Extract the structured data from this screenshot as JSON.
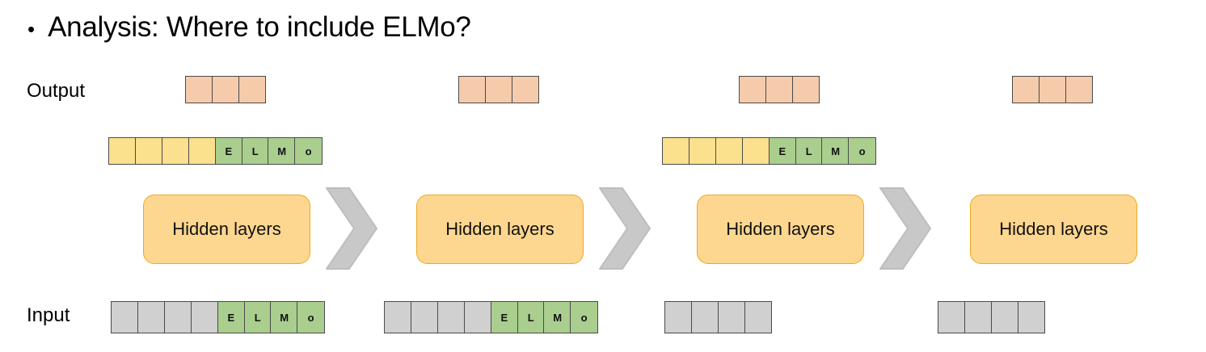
{
  "slide": {
    "bullet_glyph": "•",
    "title": "Analysis: Where to include ELMo?"
  },
  "row_labels": {
    "output": "Output",
    "input": "Input"
  },
  "elmo_letters": [
    "E",
    "L",
    "M",
    "o"
  ],
  "hidden_layer_label": "Hidden layers",
  "colors": {
    "output_cell": "#F6CBAC",
    "intermediate_cell": "#FBE08E",
    "input_cell": "#D0D0D0",
    "elmo_cell": "#A9CE8E",
    "hidden_box_fill": "#FDD68F",
    "hidden_box_border": "#F0A921",
    "chevron_fill": "#C8C8C8",
    "chevron_border": "#BDBDBD",
    "cell_border": "#4A4A4A"
  },
  "columns": [
    {
      "id": 1,
      "output_cells": 3,
      "intermediate_row": {
        "present": true,
        "plain_cells": 4,
        "elmo_cells": [
          "E",
          "L",
          "M",
          "o"
        ]
      },
      "hidden_layer": "Hidden layers",
      "input_row": {
        "plain_cells": 4,
        "elmo_cells": [
          "E",
          "L",
          "M",
          "o"
        ]
      },
      "arrow_after": true
    },
    {
      "id": 2,
      "output_cells": 3,
      "intermediate_row": {
        "present": false,
        "plain_cells": 0,
        "elmo_cells": []
      },
      "hidden_layer": "Hidden layers",
      "input_row": {
        "plain_cells": 4,
        "elmo_cells": [
          "E",
          "L",
          "M",
          "o"
        ]
      },
      "arrow_after": true
    },
    {
      "id": 3,
      "output_cells": 3,
      "intermediate_row": {
        "present": true,
        "plain_cells": 4,
        "elmo_cells": [
          "E",
          "L",
          "M",
          "o"
        ]
      },
      "hidden_layer": "Hidden layers",
      "input_row": {
        "plain_cells": 4,
        "elmo_cells": []
      },
      "arrow_after": true
    },
    {
      "id": 4,
      "output_cells": 3,
      "intermediate_row": {
        "present": false,
        "plain_cells": 0,
        "elmo_cells": []
      },
      "hidden_layer": "Hidden layers",
      "input_row": {
        "plain_cells": 4,
        "elmo_cells": []
      },
      "arrow_after": false
    }
  ]
}
